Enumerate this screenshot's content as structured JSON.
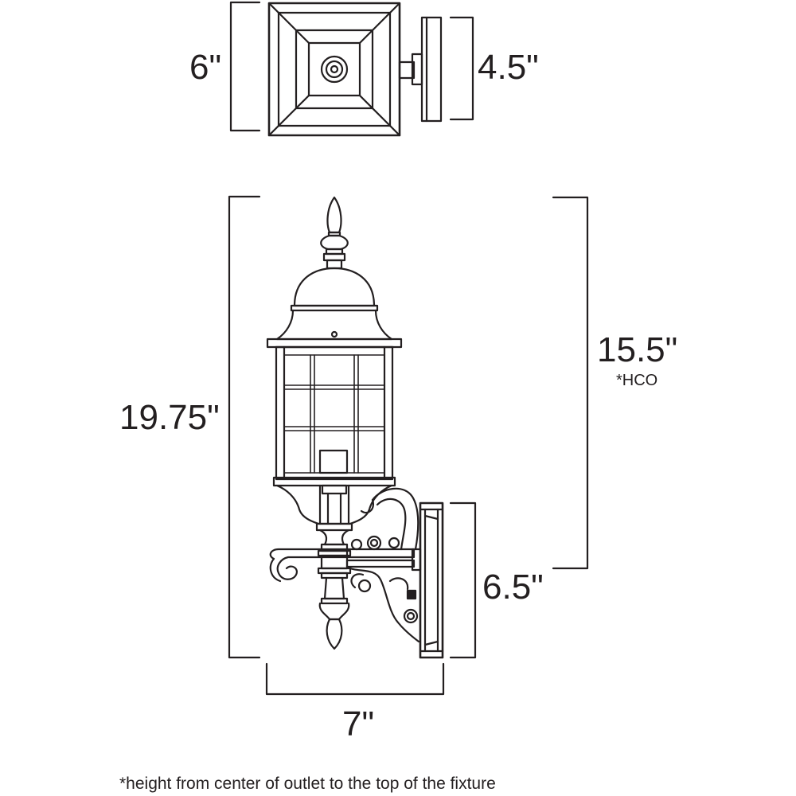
{
  "dimensions": {
    "top_view_height": "6\"",
    "backplate_width": "4.5\"",
    "overall_height": "19.75\"",
    "hco_height": "15.5\"",
    "hco_tag": "*HCO",
    "backplate_height": "6.5\"",
    "overall_width": "7\""
  },
  "footnote": "*height from center of outlet to the top of the fixture",
  "colors": {
    "line": "#231f20",
    "background": "#ffffff"
  }
}
